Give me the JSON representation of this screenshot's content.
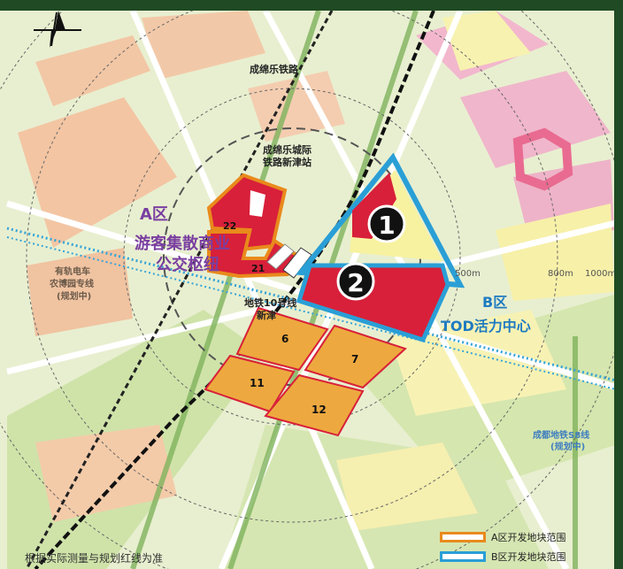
{
  "labels": {
    "railway": "成绵乐铁路",
    "station_line1": "成绵乐城际",
    "station_line2": "铁路新津站",
    "zone_a": "A区",
    "zone_a_desc1": "游客集散商业",
    "zone_a_desc2": "公交枢纽",
    "zone_b": "B区",
    "zone_b_desc": "TOD活力中心",
    "tram_line1": "有轨电车",
    "tram_line2": "农博园专线",
    "tram_line3": "(规划中)",
    "metro10_line1": "地铁10号线",
    "metro10_line2": "新津",
    "metro_s8_line1": "成都地铁S8线",
    "metro_s8_line2": "(规划中)",
    "ring_500": "500m",
    "ring_800": "800m",
    "ring_1000": "1000m"
  },
  "parcels": {
    "p22": "22",
    "p21": "21",
    "p6": "6",
    "p7": "7",
    "p11": "11",
    "p12": "12",
    "m1": "1",
    "m2": "2"
  },
  "note": "根据实际测量与规划红线为准",
  "legend": {
    "a_label": "A区开发地块范围",
    "b_label": "B区开发地块范围"
  },
  "colors": {
    "zone_a_border": "#e98a1c",
    "zone_b_border": "#2a9fd6",
    "parcel_red": "#d8203a",
    "parcel_orange": "#eda93f",
    "zone_text": "#7a3fa0",
    "b_text": "#1f7bc1",
    "metro_blue": "#36a4d8"
  }
}
